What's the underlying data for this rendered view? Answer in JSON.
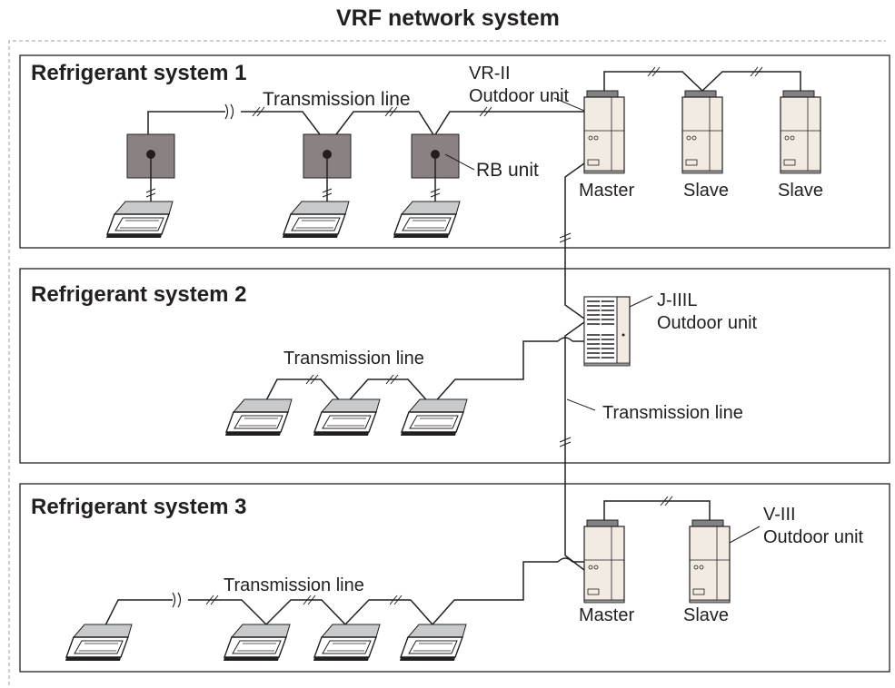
{
  "title": "VRF network system",
  "systems": [
    {
      "heading": "Refrigerant system 1",
      "transmission_label": "Transmission line",
      "outdoor_label_line1": "VR-II",
      "outdoor_label_line2": "Outdoor unit",
      "rb_label": "RB unit",
      "unit_roles": [
        "Master",
        "Slave",
        "Slave"
      ]
    },
    {
      "heading": "Refrigerant system 2",
      "transmission_label": "Transmission line",
      "outdoor_label_line1": "J-IIIL",
      "outdoor_label_line2": "Outdoor unit"
    },
    {
      "heading": "Refrigerant system 3",
      "transmission_label": "Transmission line",
      "outdoor_label_line1": "V-III",
      "outdoor_label_line2": "Outdoor unit",
      "unit_roles": [
        "Master",
        "Slave"
      ]
    }
  ],
  "intersystem_label": "Transmission line",
  "colors": {
    "line": "#231f20",
    "rb_unit": "#8a8182",
    "outdoor_body": "#f1ebe2",
    "outdoor_top": "#808284"
  }
}
